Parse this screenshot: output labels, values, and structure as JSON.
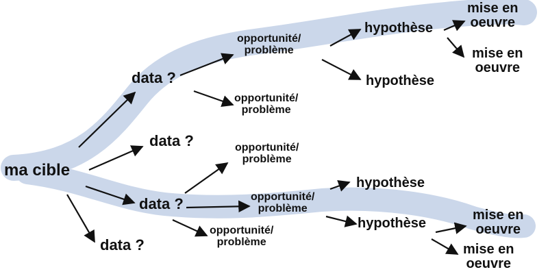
{
  "diagram": {
    "highlight_color": "#cbd7ea",
    "arrow_color": "#111111",
    "root": {
      "label": "ma cible"
    },
    "data_upper": {
      "label": "data ?"
    },
    "data_middle": {
      "label": "data ?"
    },
    "data_lower": {
      "label": "data ?"
    },
    "data_bottom": {
      "label": "data ?"
    },
    "opp_upper_top": {
      "line1": "opportunité/",
      "line2": "problème"
    },
    "opp_upper_mid": {
      "line1": "opportunité/",
      "line2": "problème"
    },
    "opp_lower_top": {
      "line1": "opportunité/",
      "line2": "problème"
    },
    "opp_lower_mid": {
      "line1": "opportunité/",
      "line2": "problème"
    },
    "opp_lower_bottom": {
      "line1": "opportunité/",
      "line2": "problème"
    },
    "hyp_upper_top": {
      "label": "hypothèse"
    },
    "hyp_upper_bottom": {
      "label": "hypothèse"
    },
    "hyp_lower_top": {
      "label": "hypothèse"
    },
    "hyp_lower_bottom": {
      "label": "hypothèse"
    },
    "mise_upper_top": {
      "line1": "mise en",
      "line2": "oeuvre"
    },
    "mise_upper_bottom": {
      "line1": "mise en",
      "line2": "oeuvre"
    },
    "mise_lower_top": {
      "line1": "mise en",
      "line2": "oeuvre"
    },
    "mise_lower_bottom": {
      "line1": "mise en",
      "line2": "oeuvre"
    }
  }
}
